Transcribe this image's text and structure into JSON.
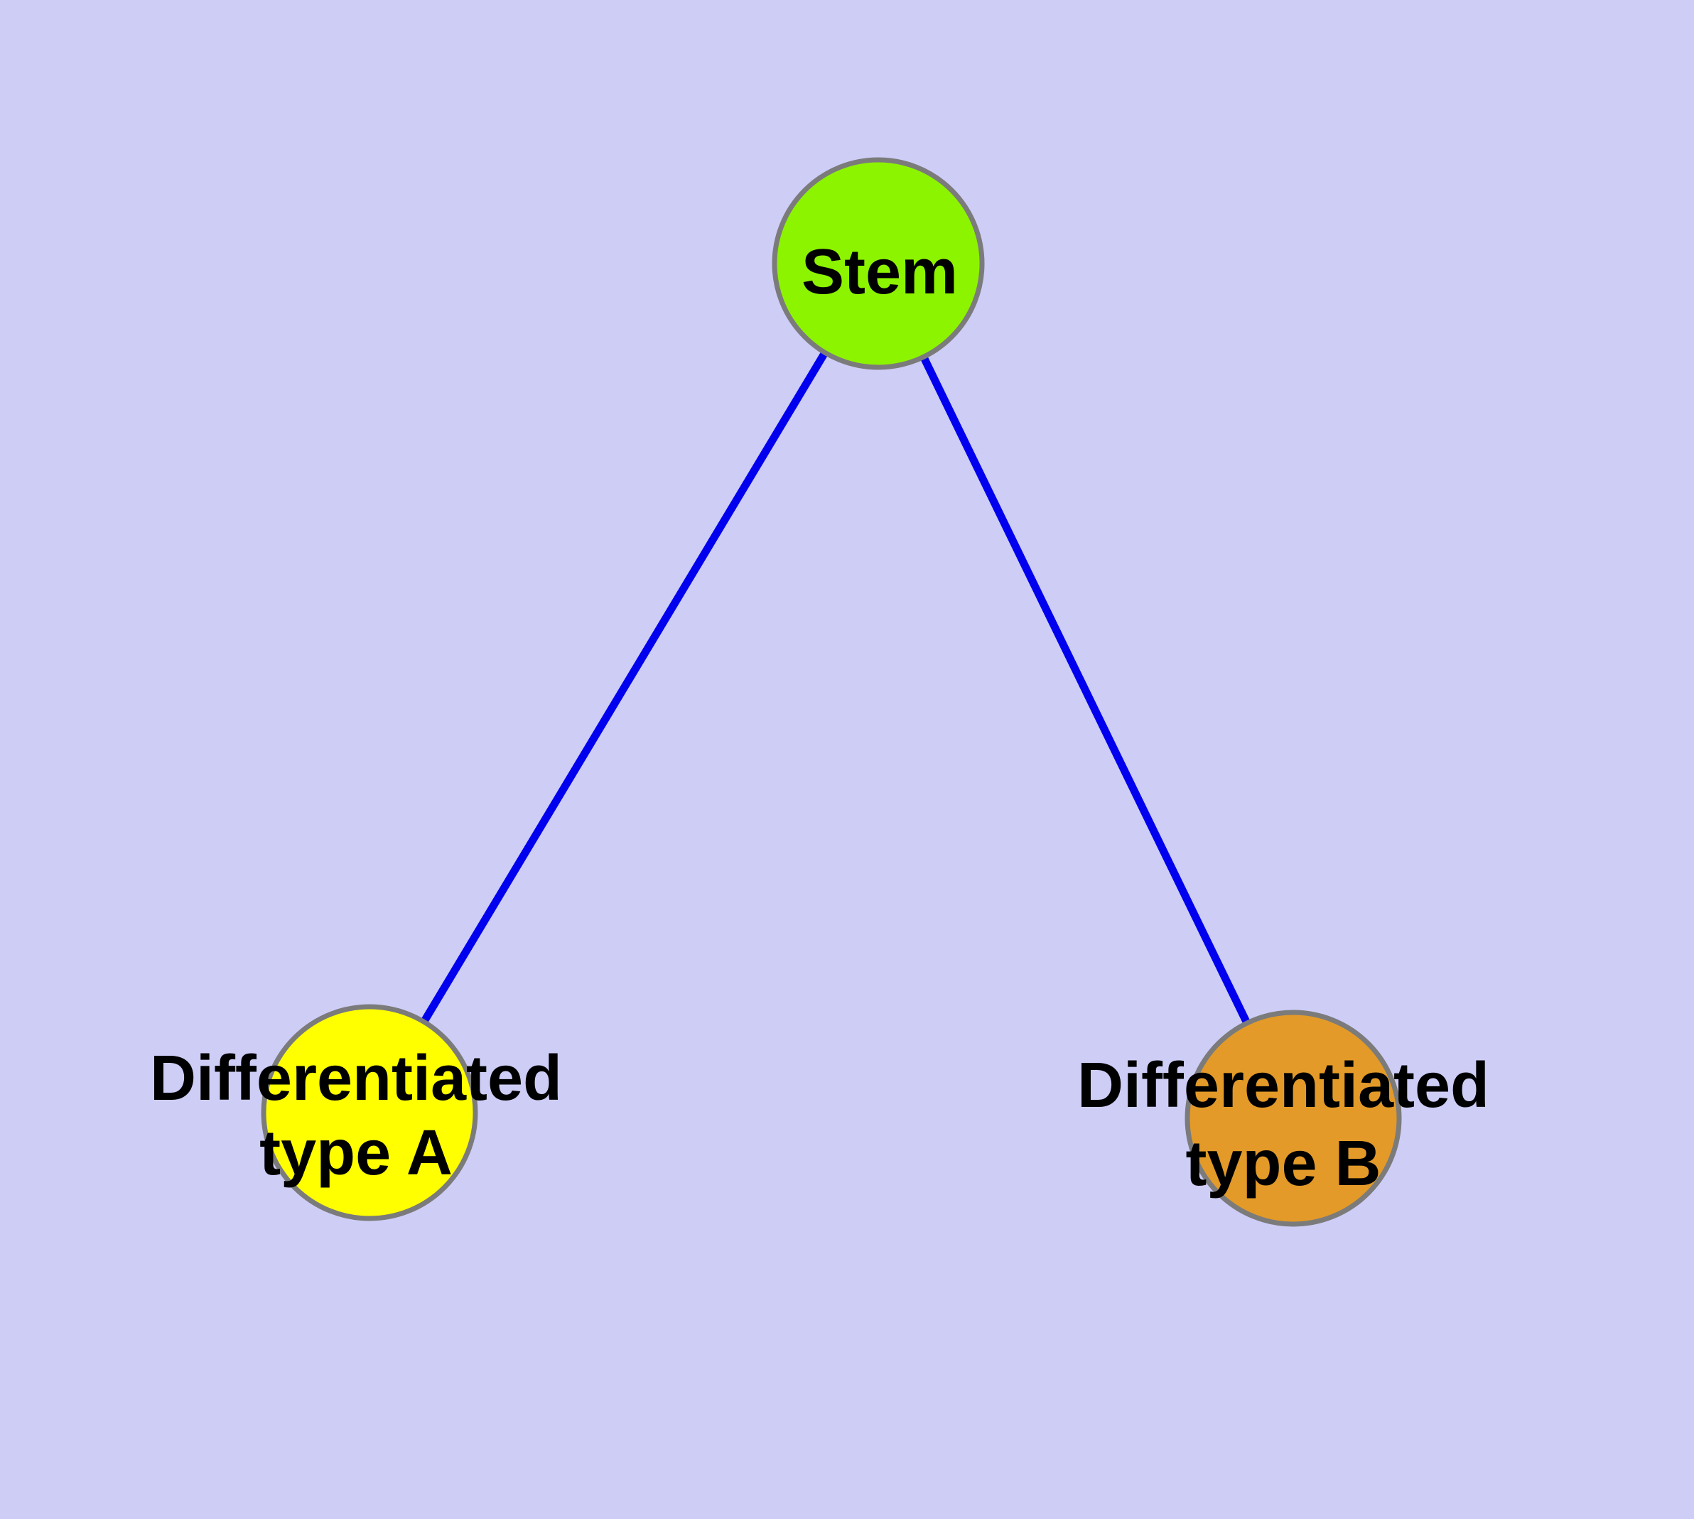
{
  "canvas": {
    "background_color": "#CDCDF6",
    "text_color": "#000000"
  },
  "nodes": {
    "stem": {
      "label": "Stem",
      "fill": "#8DF400",
      "border": "#7B7B7B"
    },
    "type_a": {
      "label_line1": "Differentiated",
      "label_line2": "type A",
      "fill": "#FFFF00",
      "border": "#7B7B7B"
    },
    "type_b": {
      "label_line1": "Differentiated",
      "label_line2": "type B",
      "fill": "#E39A28",
      "border": "#7B7B7B"
    }
  },
  "edges": {
    "stem_to_a": {
      "color": "#0000EE"
    },
    "stem_to_b": {
      "color": "#0000EE"
    }
  }
}
